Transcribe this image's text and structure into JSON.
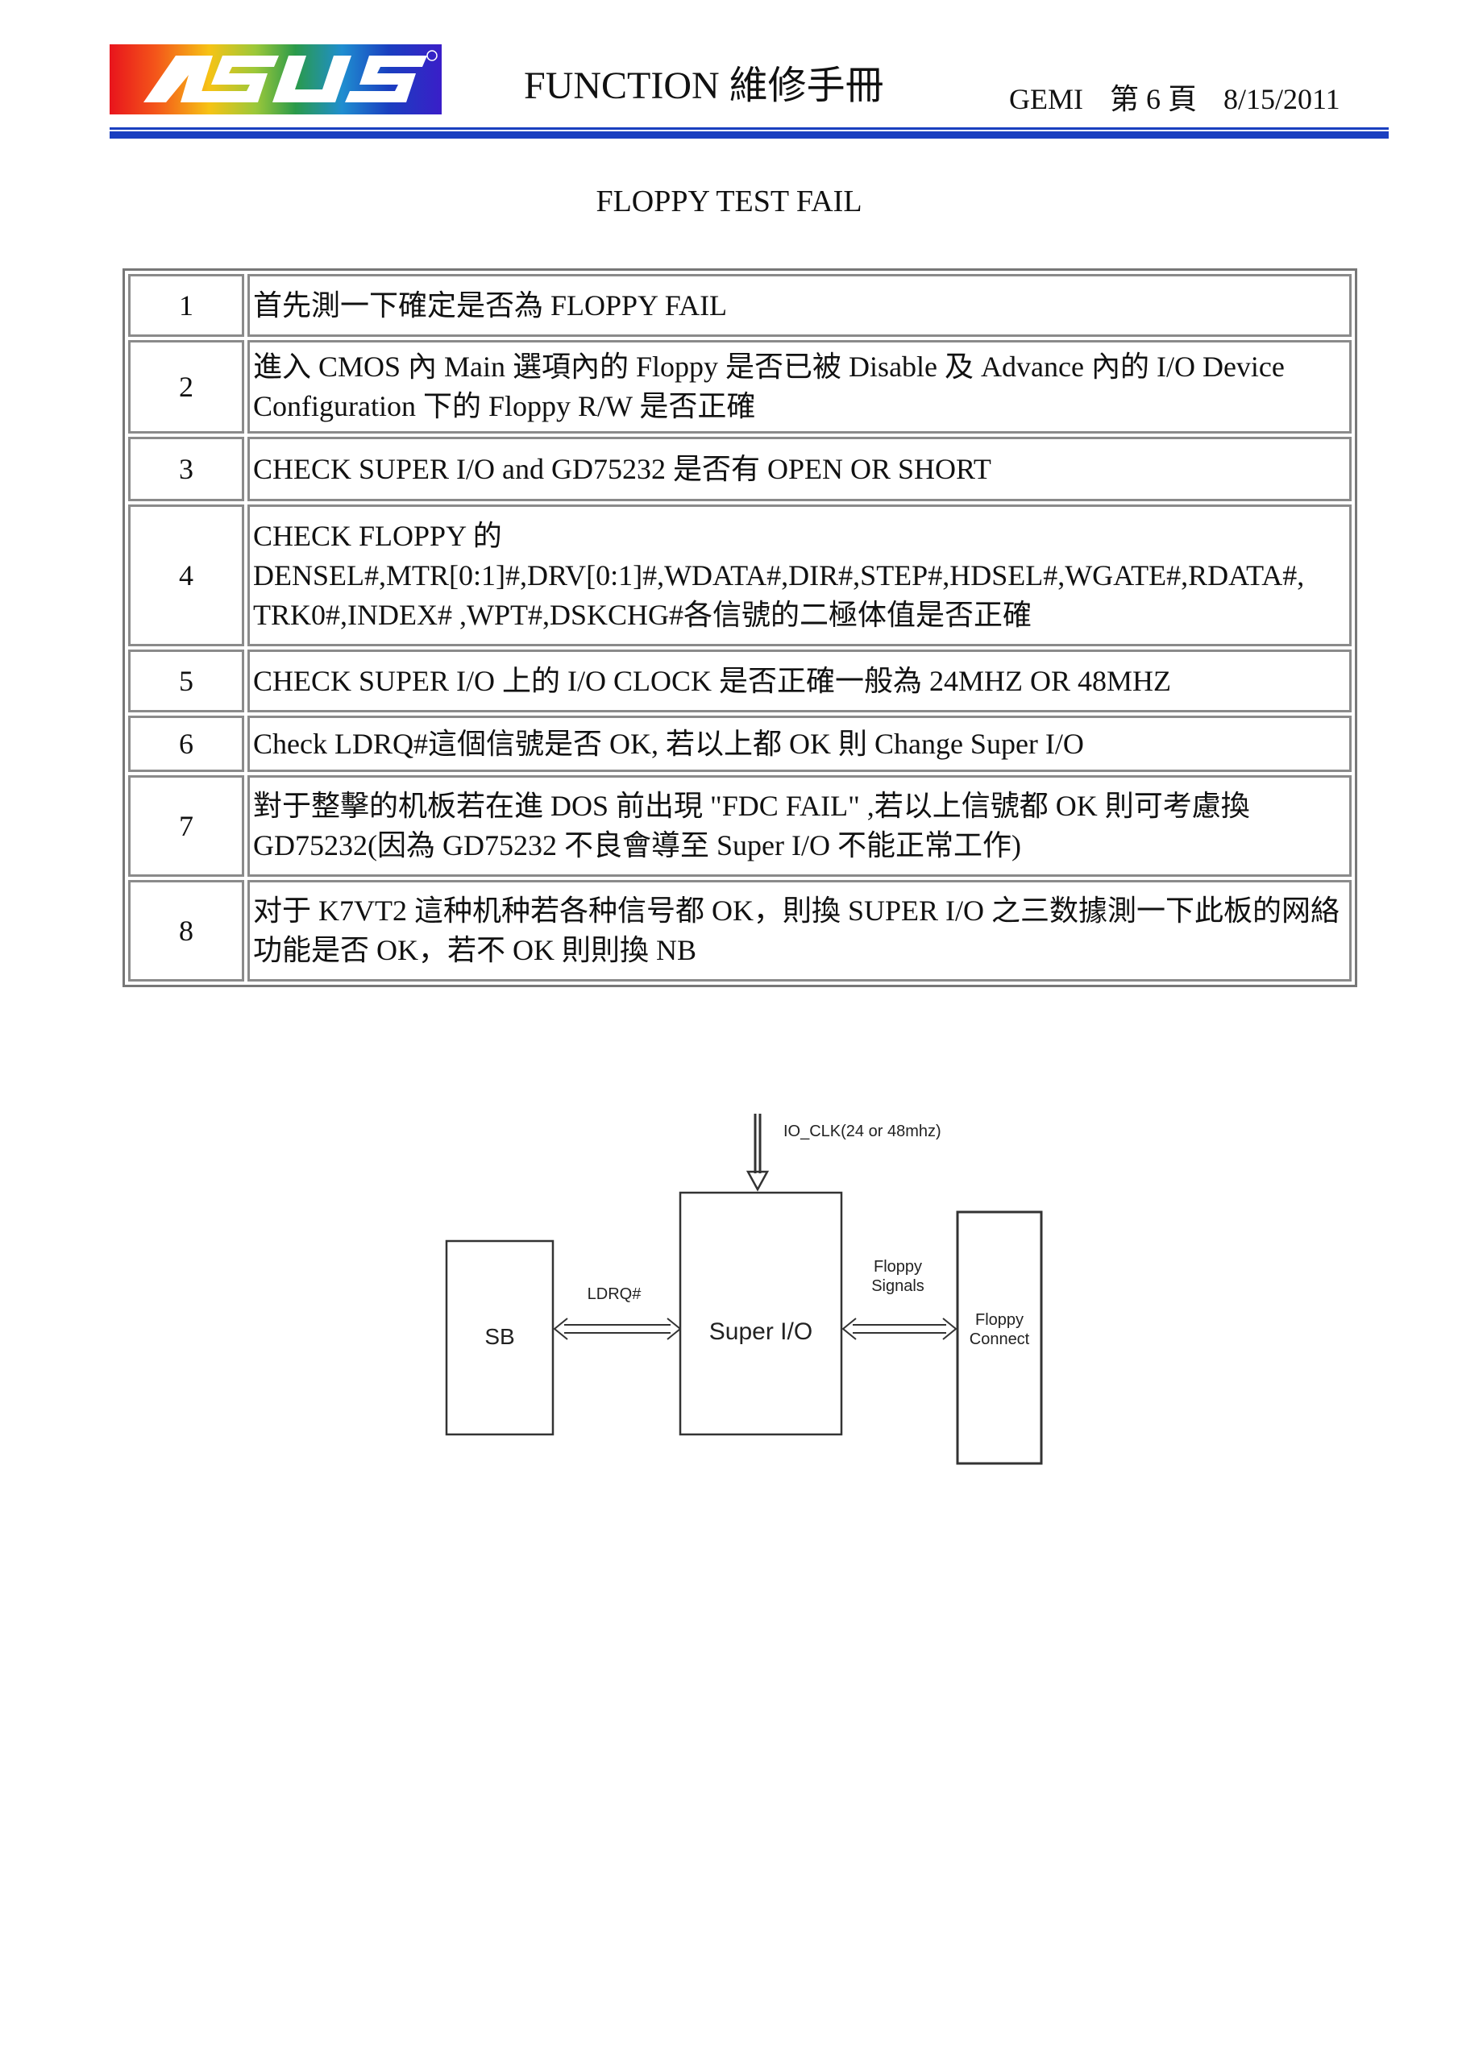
{
  "header": {
    "logo_text": "ASUS",
    "title": "FUNCTION 維修手冊",
    "author": "GEMI",
    "page": "第 6 頁",
    "date": "8/15/2011"
  },
  "section_title": "FLOPPY TEST FAIL",
  "steps": [
    {
      "num": "1",
      "text": "首先測一下確定是否為 FLOPPY FAIL"
    },
    {
      "num": "2",
      "text": "進入 CMOS 內 Main 選項內的 Floppy 是否已被 Disable 及 Advance 內的 I/O Device Configuration 下的 Floppy R/W 是否正確"
    },
    {
      "num": "3",
      "text": "CHECK SUPER I/O and GD75232 是否有 OPEN OR SHORT"
    },
    {
      "num": "4",
      "text": "CHECK FLOPPY 的 DENSEL#,MTR[0:1]#,DRV[0:1]#,WDATA#,DIR#,STEP#,HDSEL#,WGATE#,RDATA#, TRK0#,INDEX# ,WPT#,DSKCHG#各信號的二極体值是否正確"
    },
    {
      "num": "5",
      "text": "CHECK SUPER I/O 上的 I/O CLOCK 是否正確一般為 24MHZ OR 48MHZ"
    },
    {
      "num": "6",
      "text": "Check LDRQ#這個信號是否 OK, 若以上都 OK 則 Change Super I/O"
    },
    {
      "num": "7",
      "text": "對于整擊的机板若在進 DOS 前出現 \"FDC FAIL\" ,若以上信號都 OK 則可考慮換 GD75232(因為 GD75232 不良會導至 Super I/O 不能正常工作)"
    },
    {
      "num": "8",
      "text": "对于 K7VT2 這种机种若各种信号都 OK，則換 SUPER I/O 之三数據測一下此板的网絡功能是否 OK，若不 OK 則則換 NB"
    }
  ],
  "diagram": {
    "io_clk_label": "IO_CLK(24 or 48mhz)",
    "sb_label": "SB",
    "ldrq_label": "LDRQ#",
    "superio_label": "Super I/O",
    "floppy_signals_line1": "Floppy",
    "floppy_signals_line2": "Signals",
    "floppy_connect_line1": "Floppy",
    "floppy_connect_line2": "Connect"
  }
}
